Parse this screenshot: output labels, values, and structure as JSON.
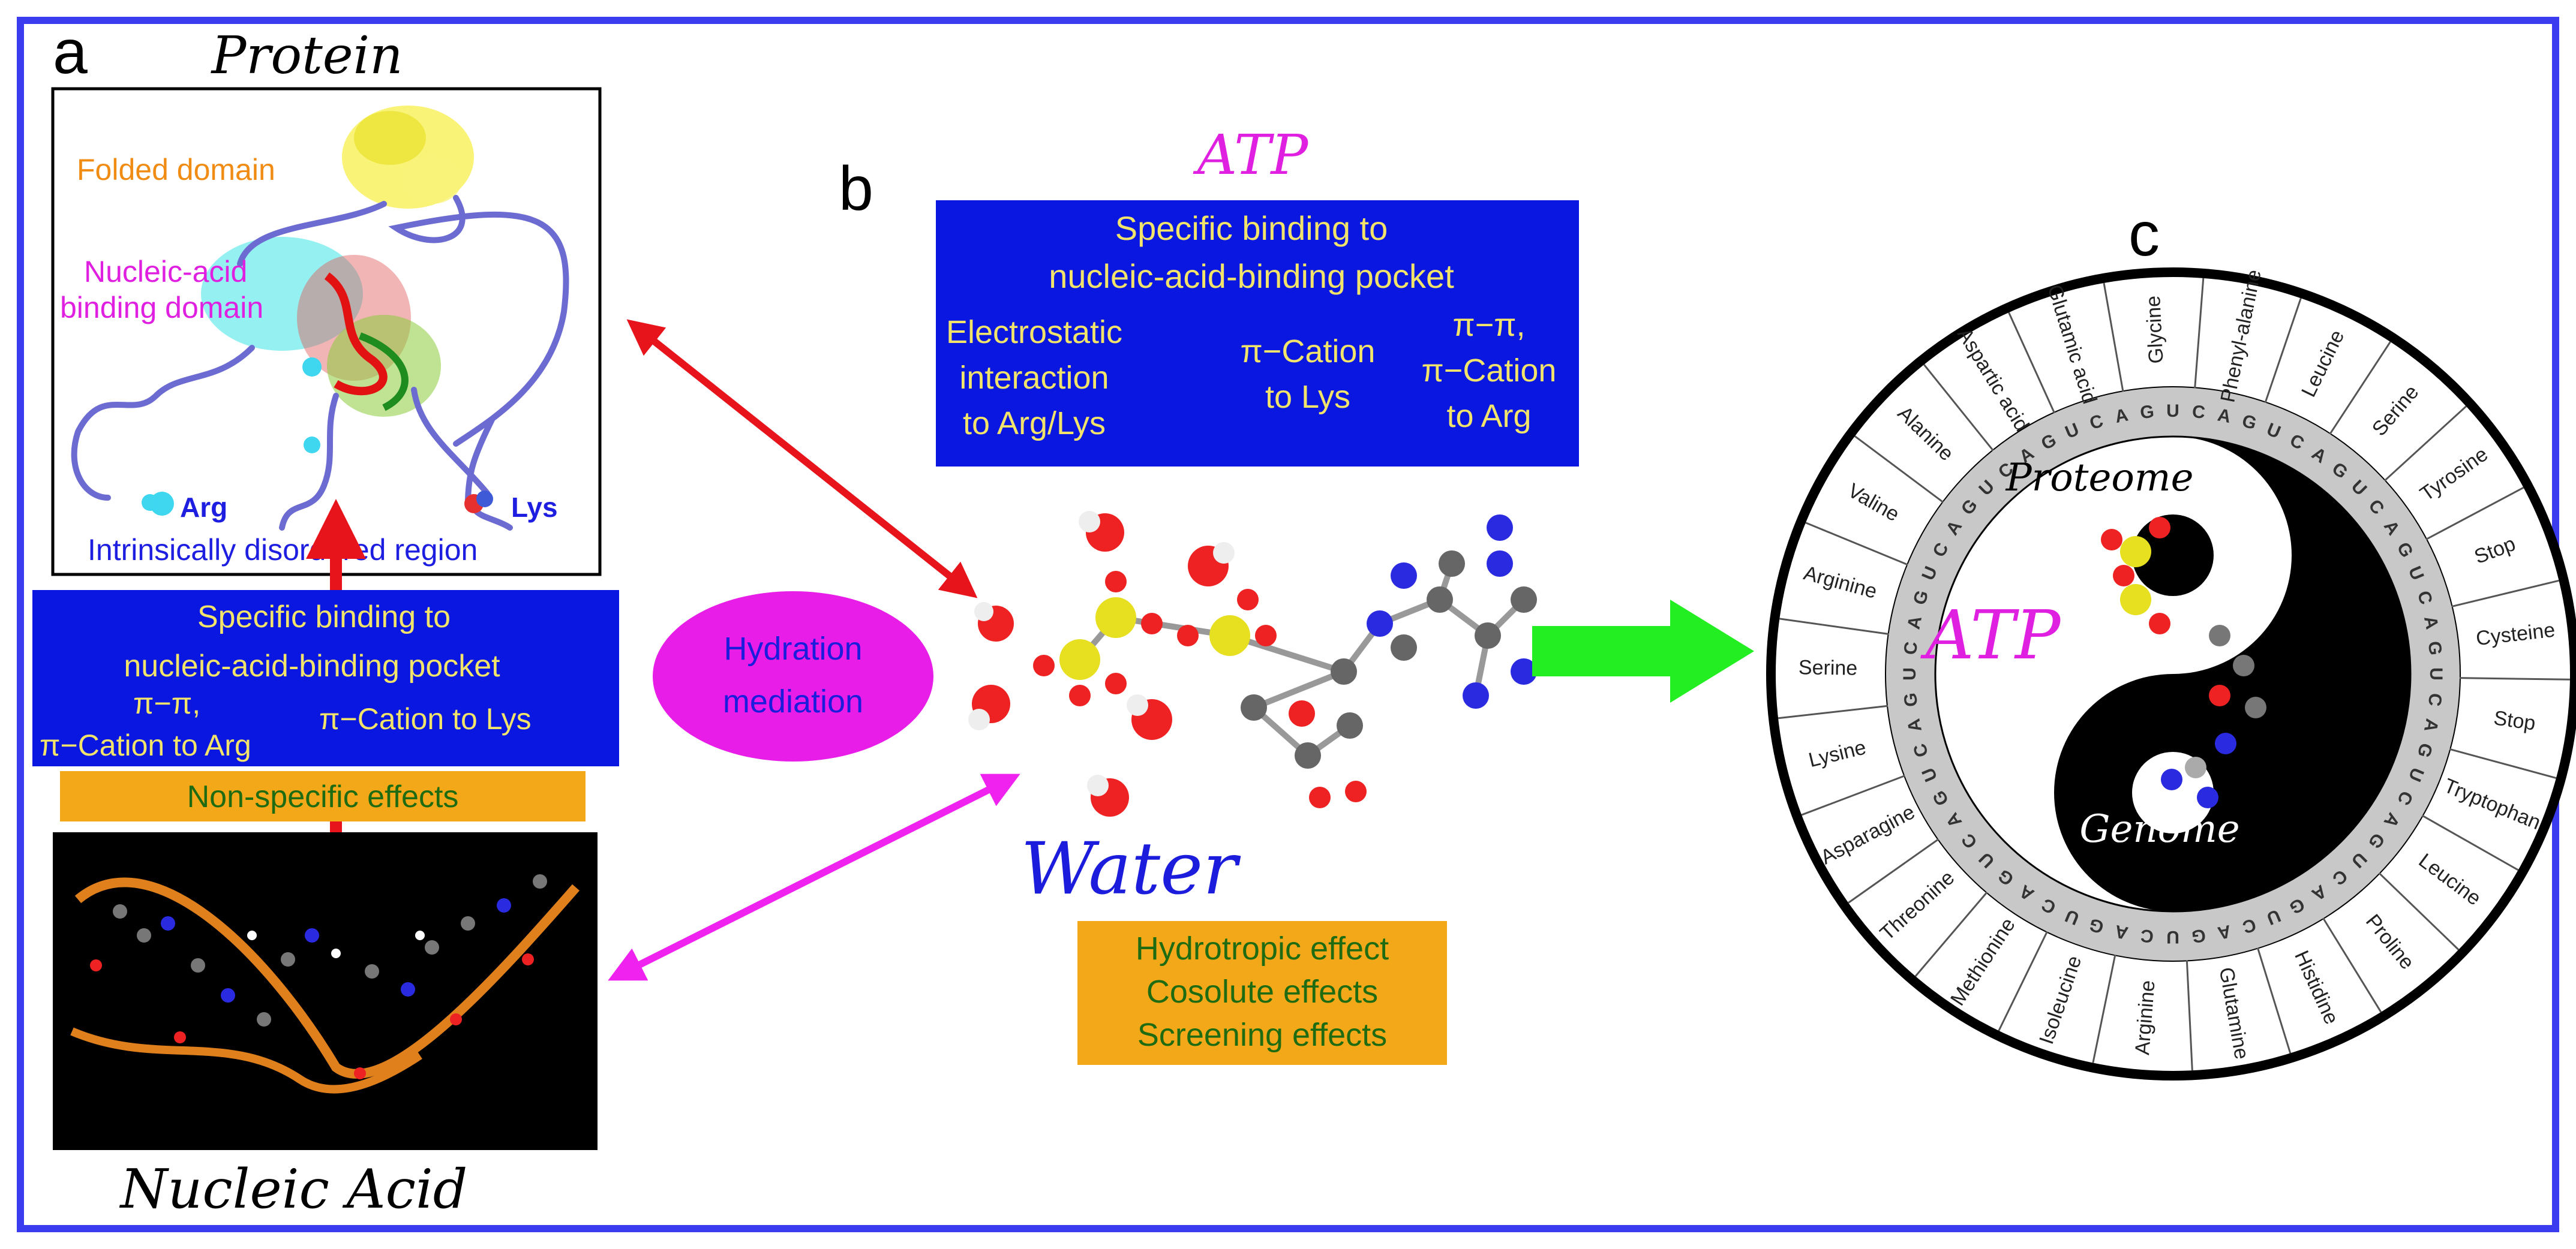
{
  "panels": {
    "a": "a",
    "b": "b",
    "c": "c"
  },
  "protein": {
    "title": "Protein",
    "folded": "Folded domain",
    "nucleic_binding_1": "Nucleic-acid",
    "nucleic_binding_2": "binding domain",
    "arg": "Arg",
    "lys": "Lys",
    "idr": "Intrinsically disordered region"
  },
  "left_box": {
    "line1": "Specific binding to",
    "line2": "nucleic-acid-binding pocket",
    "pipi": "π−π,",
    "cation_arg": "π−Cation to Arg",
    "cation_lys": "π−Cation to Lys"
  },
  "nonspecific": "Non-specific effects",
  "nucleic_acid": {
    "title": "Nucleic Acid"
  },
  "atp_box": {
    "title": "ATP",
    "line1": "Specific binding to",
    "line2": "nucleic-acid-binding pocket",
    "elec1": "Electrostatic",
    "elec2": "interaction",
    "elec3": "to Arg/Lys",
    "cl1": "π−Cation",
    "cl2": "to Lys",
    "pp1": "π−π,",
    "pp2": "π−Cation",
    "pp3": "to Arg"
  },
  "hydration": {
    "line1": "Hydration",
    "line2": "mediation"
  },
  "water": "Water",
  "effects": [
    "Hydrotropic effect",
    "Cosolute effects",
    "Screening effects"
  ],
  "codon_wheel": {
    "proteome": "Proteome",
    "atp": "ATP",
    "genome": "Genome",
    "amino_acids": [
      "Glycine",
      "Phenyl-alanine",
      "Leucine",
      "Serine",
      "Tyrosine",
      "Stop",
      "Cysteine",
      "Stop",
      "Tryptophan",
      "Leucine",
      "Proline",
      "Histidine",
      "Glutamine",
      "Arginine",
      "Isoleucine",
      "Methionine",
      "Threonine",
      "Asparagine",
      "Lysine",
      "Serine",
      "Arginine",
      "Valine",
      "Alanine",
      "Aspartic acid",
      "Glutamic acid"
    ],
    "bases": [
      "U",
      "C",
      "A",
      "G"
    ]
  },
  "colors": {
    "frame": "#3b3bf0",
    "blue_box": "#0a17e0",
    "yellow_text": "#f2e36b",
    "orange_box": "#f2a818",
    "green_text": "#1f6b12",
    "magenta": "#e020e0",
    "red_arrow": "#e8141c",
    "green_arrow": "#22ee22",
    "water_blue": "#1c1cdc"
  }
}
